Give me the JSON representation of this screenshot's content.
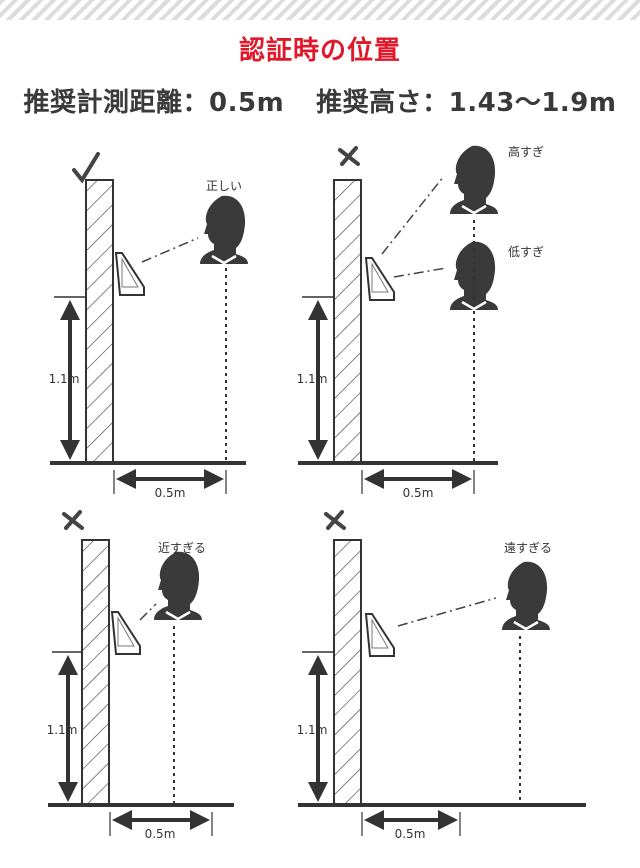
{
  "title": "認証時の位置",
  "spec": {
    "distance": "推奨計測距離：0.5m",
    "height": "推奨高さ：1.43〜1.9m"
  },
  "panels": [
    {
      "mark": "correct",
      "labels": [
        "正しい"
      ],
      "height_label": "1.1m",
      "distance_label": "0.5m"
    },
    {
      "mark": "incorrect",
      "labels": [
        "高すぎ",
        "低すぎ"
      ],
      "height_label": "1.1m",
      "distance_label": "0.5m"
    },
    {
      "mark": "incorrect",
      "labels": [
        "近すぎる"
      ],
      "height_label": "1.1m",
      "distance_label": "0.5m"
    },
    {
      "mark": "incorrect",
      "labels": [
        "遠すぎる"
      ],
      "height_label": "1.1m",
      "distance_label": "0.5m"
    }
  ],
  "colors": {
    "title": "#e0182a",
    "ink": "#333333",
    "spec": "#3a3a3a"
  }
}
